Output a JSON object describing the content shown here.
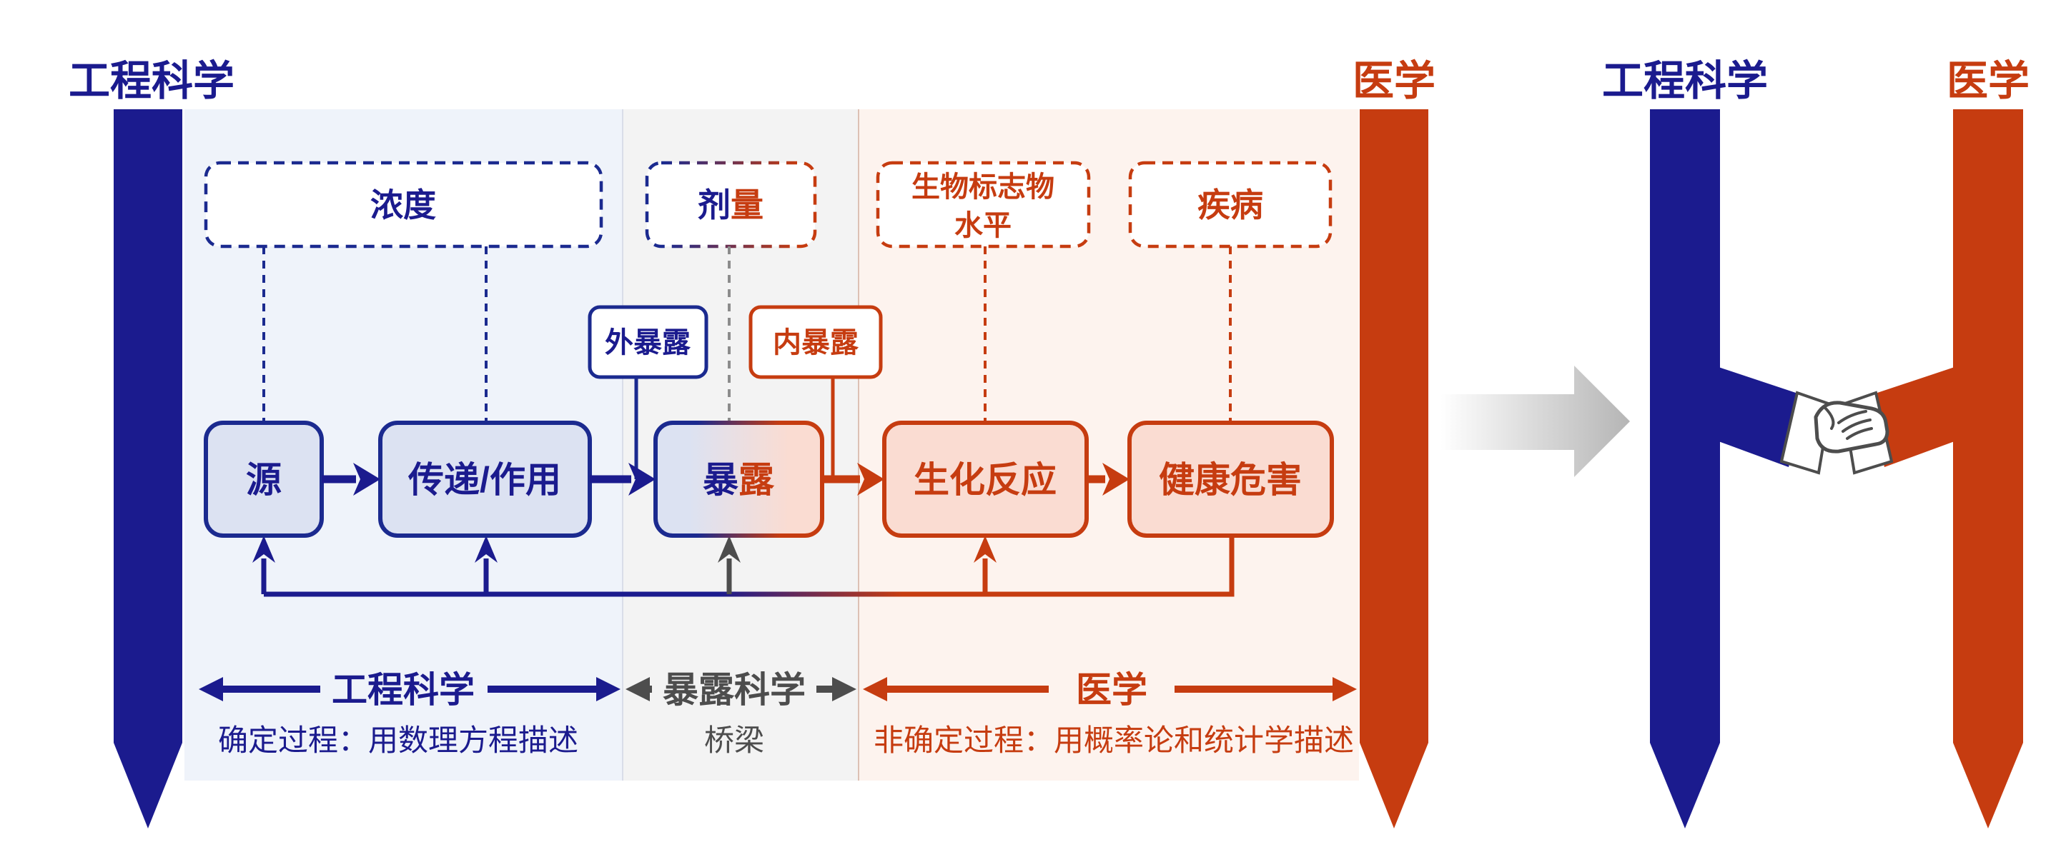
{
  "left_diagram": {
    "engineering_title": "工程科学",
    "medicine_title": "医学",
    "dashed_boxes": {
      "concentration": "浓度",
      "dose_part_blue": "剂",
      "dose_part_red": "量",
      "biomarker_line1": "生物标志物",
      "biomarker_line2": "水平",
      "disease": "疾病"
    },
    "tags": {
      "external_exposure": "外暴露",
      "internal_exposure": "内暴露"
    },
    "flow_boxes": {
      "source": "源",
      "transport": "传递/作用",
      "exposure_part_blue": "暴",
      "exposure_part_red": "露",
      "biochemical_reaction": "生化反应",
      "health_hazard": "健康危害"
    },
    "zones": {
      "engineering": {
        "label": "工程科学",
        "desc": "确定过程：用数理方程描述"
      },
      "exposure_science": {
        "label": "暴露科学",
        "desc": "桥梁"
      },
      "medicine": {
        "label": "医学",
        "desc": "非确定过程：用概率论和统计学描述"
      }
    }
  },
  "right_diagram": {
    "engineering_title": "工程科学",
    "medicine_title": "医学",
    "handshake_icon": "handshake-icon"
  },
  "colors": {
    "navy": "#1b1b8e",
    "vermillion": "#c63c10",
    "blue_box_fill": "#dce2f2",
    "pink_box_fill": "#fadcd2",
    "panel_blue": "#eff3fa",
    "panel_gray": "#f3f3f3",
    "panel_pink": "#fdf3ee",
    "gray_text": "#4d4d4d",
    "gray_dash": "#8c8c8c"
  }
}
